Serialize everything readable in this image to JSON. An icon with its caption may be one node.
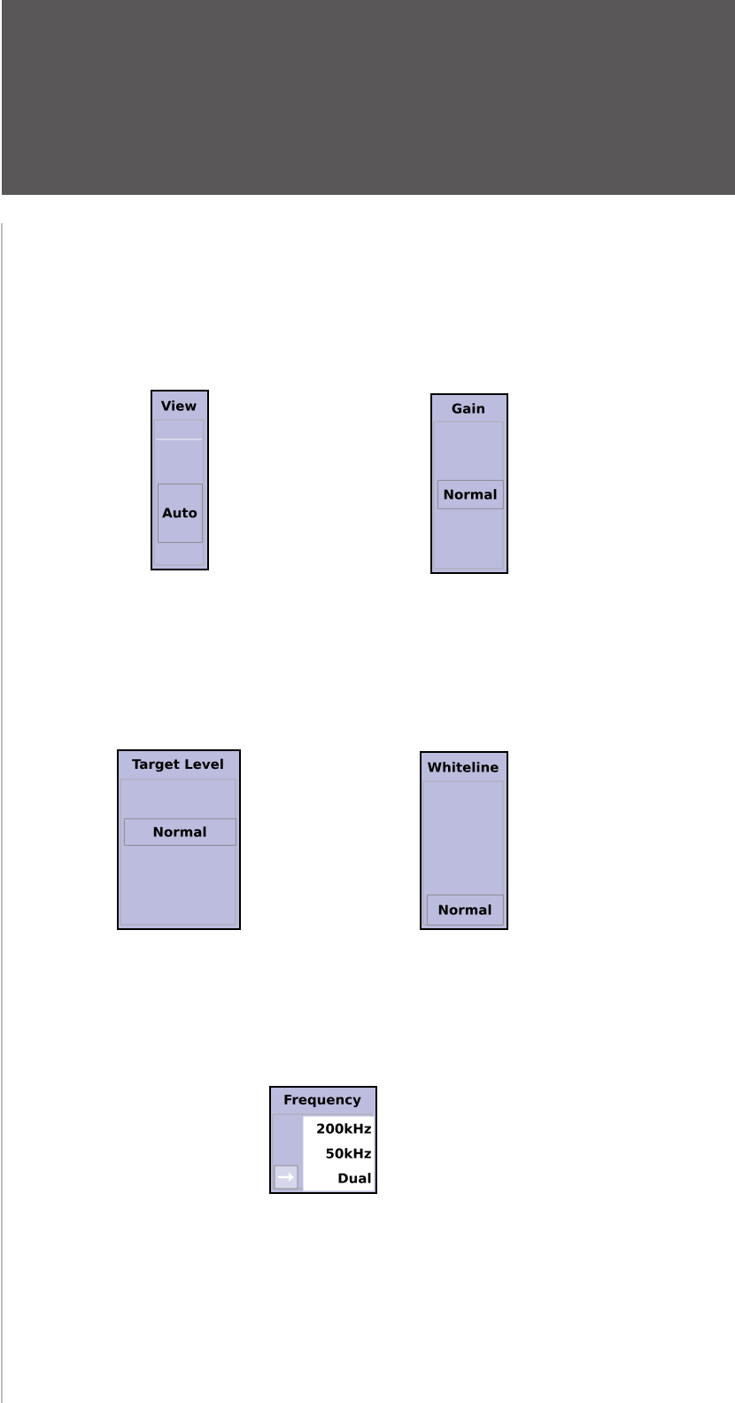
{
  "diagram": {
    "nodes": [
      {
        "text": [
          "View"
        ]
      },
      {
        "text": [
          "Auto"
        ],
        "in": 0
      },
      {
        "text": [
          "Gain"
        ]
      },
      {
        "text": [
          "Normal"
        ],
        "in": 2
      },
      {
        "text": [
          "Target Level"
        ]
      },
      {
        "text": [
          "Normal"
        ],
        "in": 4
      },
      {
        "text": [
          "Whiteline"
        ]
      },
      {
        "text": [
          "Normal"
        ],
        "in": 6
      },
      {
        "text": [
          "Frequency"
        ]
      },
      {
        "text": [
          "200kHz",
          "50kHz",
          "Dual"
        ],
        "in": 8
      }
    ]
  }
}
